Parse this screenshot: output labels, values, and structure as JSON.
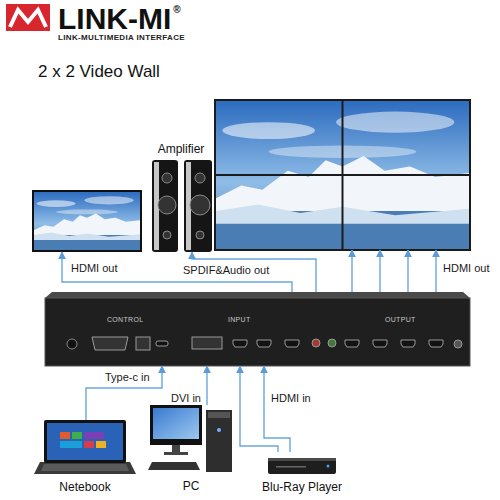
{
  "diagram": {
    "title": "2 x 2 Video Wall",
    "nodes": [
      {
        "text": []
      },
      {
        "text": [
          "Amplifier"
        ]
      },
      {
        "text": []
      },
      {
        "text": [
          "CONTROL",
          "INPUT",
          "OUTPUT"
        ]
      },
      {
        "text": [
          "Netebook"
        ]
      },
      {
        "text": [
          "PC"
        ]
      },
      {
        "text": [
          "Blu-Ray Player"
        ]
      }
    ],
    "edges": [
      {
        "from": 3,
        "to": 0,
        "arrow": "to",
        "label": "HDMI out"
      },
      {
        "from": 3,
        "to": 1,
        "arrow": "to",
        "label": "SPDIF&Audio out"
      },
      {
        "from": 3,
        "to": 2,
        "arrow": "to"
      },
      {
        "from": 3,
        "to": 2,
        "arrow": "to"
      },
      {
        "from": 3,
        "to": 2,
        "arrow": "to"
      },
      {
        "from": 3,
        "to": 2,
        "arrow": "to",
        "label": "HDMI out"
      },
      {
        "from": 4,
        "to": 3,
        "arrow": "to",
        "label": "Type-c in"
      },
      {
        "from": 5,
        "to": 3,
        "arrow": "to",
        "label": "DVI in"
      },
      {
        "from": 6,
        "to": 3,
        "arrow": "to"
      },
      {
        "from": 6,
        "to": 3,
        "arrow": "to",
        "label": "HDMI in"
      }
    ],
    "labels": [
      "LINK-MI",
      "®",
      "LINK-MULTIMEDIA INTERFACE"
    ]
  }
}
